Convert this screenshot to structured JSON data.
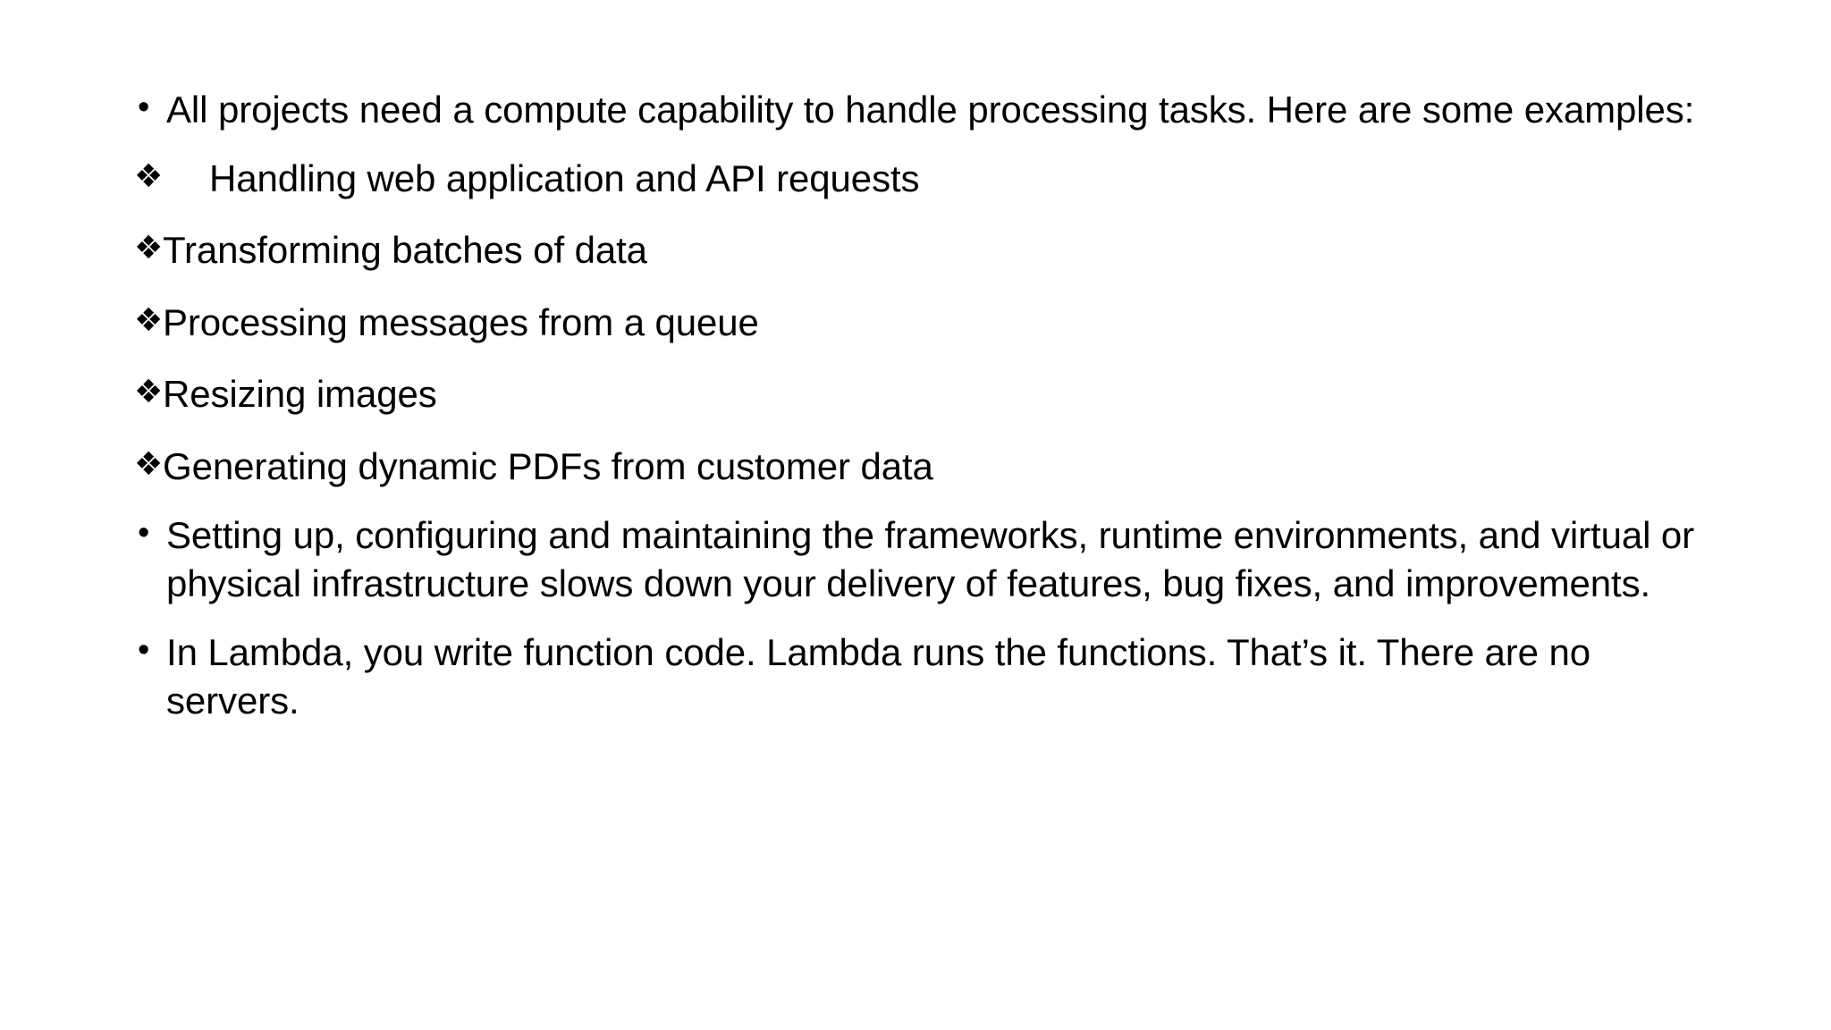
{
  "slide": {
    "background_color": "#ffffff",
    "text_color": "#000000",
    "bullets": [
      {
        "marker": "•",
        "level": 1,
        "text": "All projects need a compute capability to handle processing tasks. Here are some examples:"
      },
      {
        "marker": "❖",
        "level": 2,
        "text": "Handling web application and API requests"
      },
      {
        "marker": "❖",
        "level": 2,
        "text": "Transforming batches of data"
      },
      {
        "marker": "❖",
        "level": 2,
        "text": "Processing messages from a queue"
      },
      {
        "marker": "❖",
        "level": 2,
        "text": "Resizing images"
      },
      {
        "marker": "❖",
        "level": 2,
        "text": "Generating dynamic PDFs from customer data"
      },
      {
        "marker": "•",
        "level": 1,
        "text": "Setting up, configuring and maintaining the frameworks, runtime environments, and virtual or physical infrastructure slows down your delivery of features, bug fixes, and improvements."
      },
      {
        "marker": "•",
        "level": 1,
        "text": "In Lambda, you write function code. Lambda runs the functions. That’s it. There are no servers."
      }
    ]
  }
}
